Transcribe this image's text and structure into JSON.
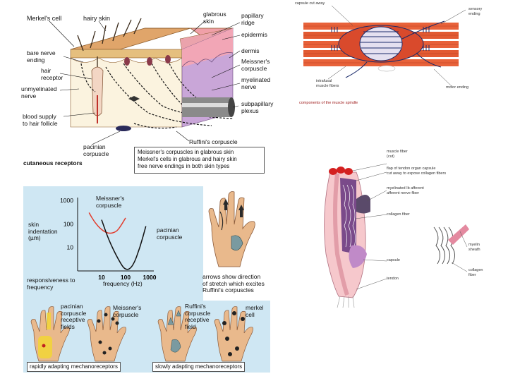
{
  "colors": {
    "skin": "#e8b07a",
    "epidermis": "#f0a0a8",
    "dermis": "#c9a6d8",
    "muscle": "#e8623a",
    "panel": "#cfe7f3",
    "meissner_curve": "#e23b2b",
    "pacinian_curve": "#111111"
  },
  "cutaneous": {
    "labels": {
      "merkel": "Merkel's cell",
      "hairy": "hairy skin",
      "glabrous": "glabrous\nskin",
      "papillary": "papillary\nridge",
      "epidermis": "epidermis",
      "dermis": "dermis",
      "meissner": "Meissner's\ncorpuscle",
      "myelinated": "myelinated\nnerve",
      "bare": "bare nerve\nending",
      "hair_receptor": "hair\nreceptor",
      "unmyelinated": "unmyelinated\nnerve",
      "subpapillary": "subpapillary\nplexus",
      "blood": "blood supply\nto hair follicle",
      "pacinian": "pacinian\ncorpuscle",
      "ruffini": "Ruffini's corpuscle",
      "caption": "cutaneous receptors"
    },
    "note": "Meissner's corpuscles in glabrous skin\nMerkel's cells in glabrous and hairy skin\nfree nerve endings in both skin types"
  },
  "spindle": {
    "labels": {
      "capsule": "capsule cut away",
      "sensory": "sensory\nending",
      "intrafusal": "intrafusal\nmuscle fibers",
      "motor": "motor ending"
    },
    "caption": "components of the muscle spindle"
  },
  "tendon": {
    "labels": {
      "muscle_fiber": "muscle fiber\n(cut)",
      "flap": "flap of tendon organ capsule\ncut away to expose collagen fibers",
      "afferent": "myelinated Ib afferent\nafferent nerve fiber",
      "collagen": "collagen fiber",
      "capsule": "capsule",
      "tendon": "tendon",
      "myelin": "myelin\nsheath",
      "collagen2": "collagen\nfiber"
    }
  },
  "chart_data": {
    "type": "line",
    "title": "",
    "xlabel": "frequency (Hz)",
    "ylabel": "skin\nindentation\n(µm)",
    "x_scale": "log",
    "y_scale": "log",
    "xlim": [
      1,
      1000
    ],
    "ylim": [
      1,
      1000
    ],
    "x_ticks": [
      "10",
      "100",
      "1000"
    ],
    "y_ticks": [
      "1000",
      "100",
      "10"
    ],
    "series": [
      {
        "name": "Meissner's\ncorpuscle",
        "x": [
          3,
          5,
          10,
          20,
          40,
          60,
          100
        ],
        "y": [
          300,
          120,
          55,
          38,
          45,
          75,
          180
        ]
      },
      {
        "name": "pacinian\ncorpuscle",
        "x": [
          10,
          20,
          50,
          100,
          200,
          400,
          700
        ],
        "y": [
          150,
          20,
          3,
          1,
          1.5,
          10,
          80
        ]
      }
    ],
    "note": "responsiveness to\nfrequency"
  },
  "hand": {
    "caption": "arrows show direction\nof stretch which excites\nRuffini's corpuscles"
  },
  "hands_bottom": {
    "labels": {
      "pacinian": "pacinian\ncorpuscle\nreceptive\nfields",
      "meissner": "Meissner's\ncorpuscle",
      "ruffini": "Ruffini's\ncorpuscle\nreceptive\nfield",
      "merkel": "merkel\ncell"
    },
    "rapid": "rapidly adapting mechanoreceptors",
    "slow": "slowly adapting mechanoreceptors"
  }
}
